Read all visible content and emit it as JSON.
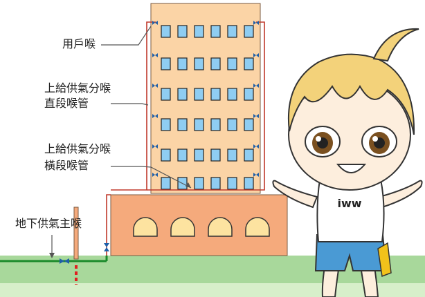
{
  "labels": {
    "household_valve": "用戶喉",
    "vertical_riser_line1": "上給供氣分喉",
    "vertical_riser_line2": "直段喉管",
    "horizontal_pipe_line1": "上給供氣分喉",
    "horizontal_pipe_line2": "橫段喉管",
    "underground_main": "地下供氣主喉"
  },
  "mascot": {
    "shirt_text": "iww"
  },
  "colors": {
    "ground_dark": "#a8d89b",
    "ground_light": "#d7efca",
    "building_upper": "#fbd4a6",
    "building_podium": "#f5aa7c",
    "window": "#8fcdf2",
    "gas_pipe": "#c0392b",
    "main_pipe": "#1a8a2a",
    "valve": "#1f5fa8",
    "hair": "#f3d27a",
    "shorts": "#4a9ad4"
  }
}
